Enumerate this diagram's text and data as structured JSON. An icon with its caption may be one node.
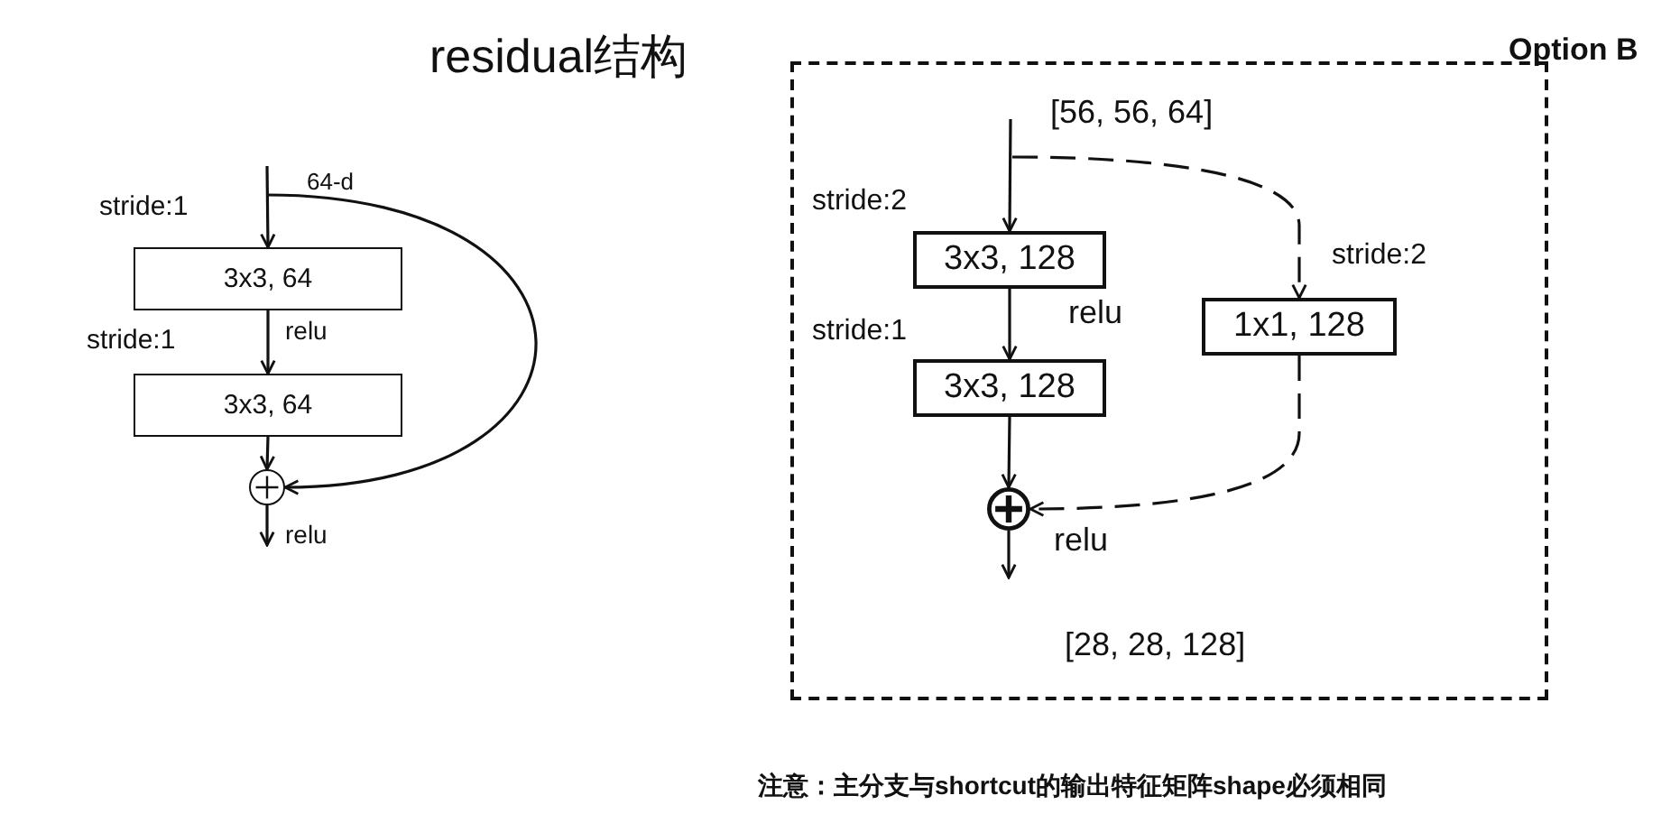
{
  "diagram": {
    "title": "residual结构",
    "caption": "注意：主分支与shortcut的输出特征矩阵shape必须相同",
    "nodes": [
      {
        "text": [
          "3x3, 64"
        ]
      },
      {
        "text": [
          "3x3, 64"
        ]
      },
      {
        "text": [],
        "shape": "circle"
      },
      {
        "text": [],
        "shape": "box"
      },
      {
        "text": [
          "3x3, 128"
        ],
        "in": 3
      },
      {
        "text": [
          "3x3, 128"
        ],
        "in": 3
      },
      {
        "text": [
          "1x1, 128"
        ],
        "in": 3
      },
      {
        "text": [],
        "shape": "circle",
        "in": 3
      }
    ],
    "edges": [
      {
        "from": null,
        "to": 0,
        "arrow": "to"
      },
      {
        "from": null,
        "to": 2,
        "arrow": "to"
      },
      {
        "from": 0,
        "to": 1,
        "arrow": "to",
        "label": "relu"
      },
      {
        "from": 1,
        "to": 2,
        "arrow": "to"
      },
      {
        "from": 2,
        "to": null,
        "arrow": "to",
        "label": "relu"
      },
      {
        "from": null,
        "to": 4,
        "arrow": "to"
      },
      {
        "from": null,
        "to": 6,
        "arrow": "to",
        "style": "dashed"
      },
      {
        "from": 4,
        "to": 5,
        "arrow": "to",
        "label": "relu"
      },
      {
        "from": 5,
        "to": 7,
        "arrow": "to"
      },
      {
        "from": 6,
        "to": 7,
        "arrow": "to",
        "style": "dashed"
      },
      {
        "from": 7,
        "to": null,
        "arrow": "to",
        "label": "relu"
      }
    ],
    "labels": [
      "64-d",
      "stride:1",
      "stride:1",
      "Option B",
      "[56, 56, 64]",
      "stride:2",
      "stride:2",
      "stride:1",
      "[28, 28, 128]"
    ]
  }
}
